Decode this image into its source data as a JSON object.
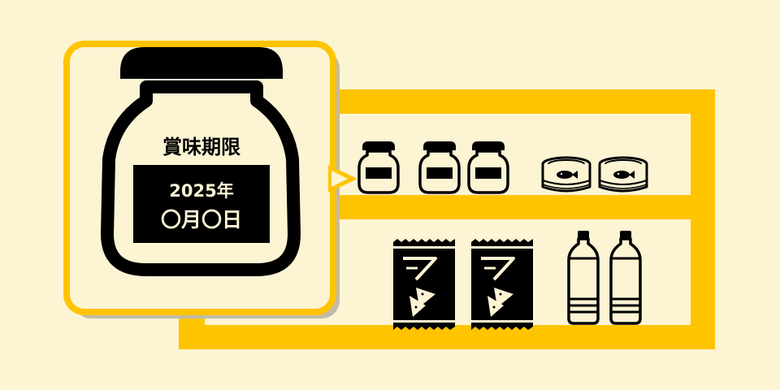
{
  "callout": {
    "label": "賞味期限",
    "year": "2025年",
    "date": "〇月〇日"
  },
  "colors": {
    "background": "#fdf4d4",
    "accent": "#ffc400",
    "ink": "#000000",
    "panel": "#fdf4d4",
    "shadow": "#c2bba8"
  },
  "icons": {
    "callout_jar": "jar-icon",
    "shelf_jars": "jar-icon",
    "shelf_cans": "fish-can-icon",
    "shelf_snacks": "chips-bag-icon",
    "shelf_bottles": "water-bottle-icon"
  }
}
